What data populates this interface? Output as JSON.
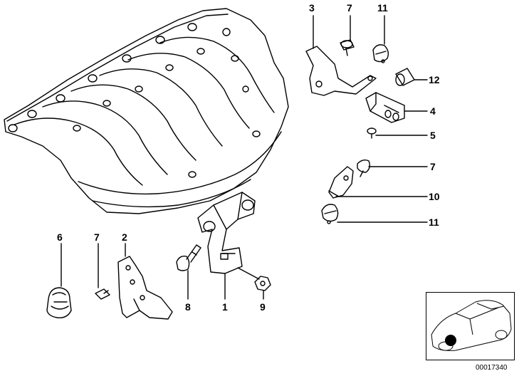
{
  "diagram": {
    "callouts": {
      "c3": "3",
      "c7_top": "7",
      "c11_top": "11",
      "c12": "12",
      "c4": "4",
      "c5": "5",
      "c7_right": "7",
      "c10": "10",
      "c11_right": "11",
      "c6": "6",
      "c7_bottom": "7",
      "c2": "2",
      "c8": "8",
      "c1": "1",
      "c9": "9"
    },
    "part_id": "00017340"
  },
  "colors": {
    "line": "#000000",
    "background": "#ffffff",
    "highlight_dot": "#000000"
  }
}
